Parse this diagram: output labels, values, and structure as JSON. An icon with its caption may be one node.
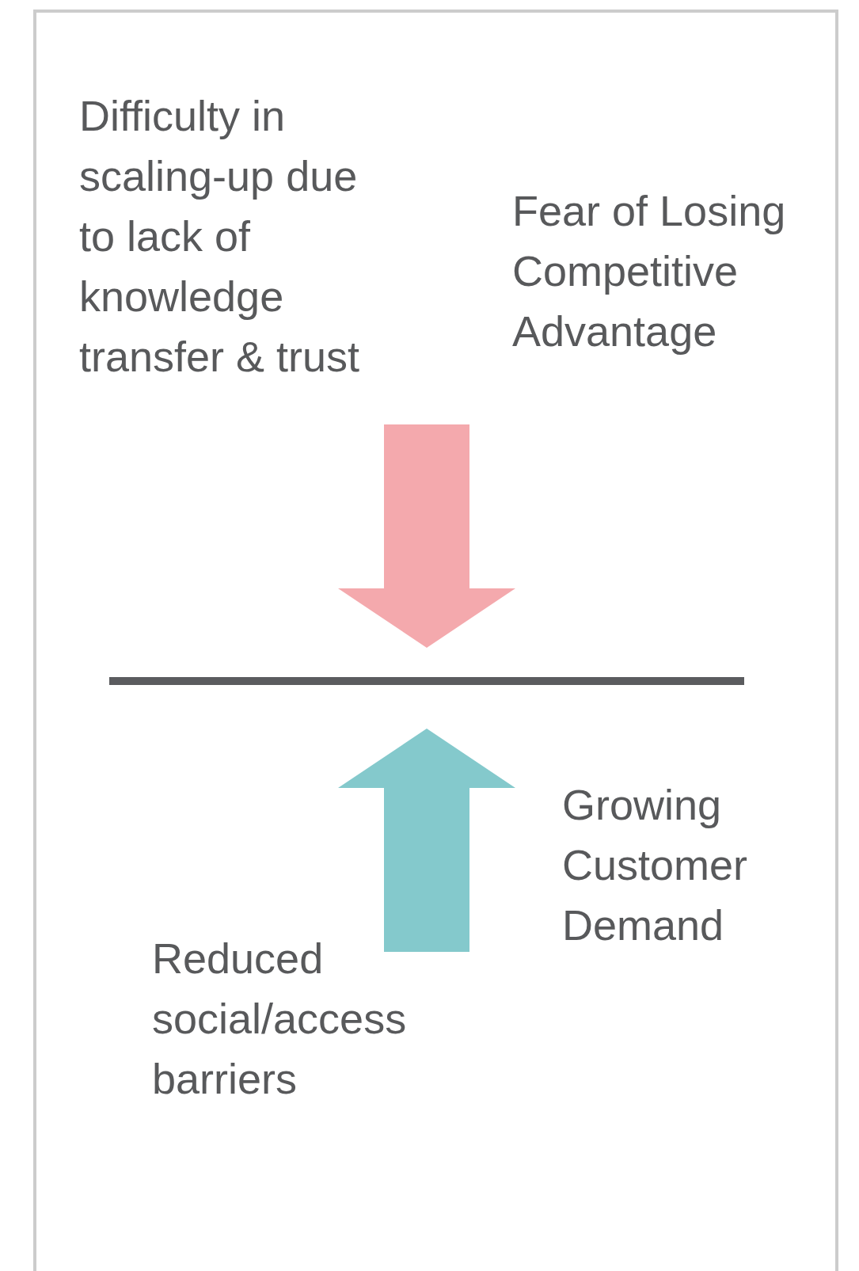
{
  "diagram": {
    "labels": [
      "Difficulty in scaling-up due to lack of knowledge transfer & trust",
      "Fear of Losing Competitive Advantage",
      "Growing Customer Demand",
      "Reduced social/access barriers"
    ]
  }
}
